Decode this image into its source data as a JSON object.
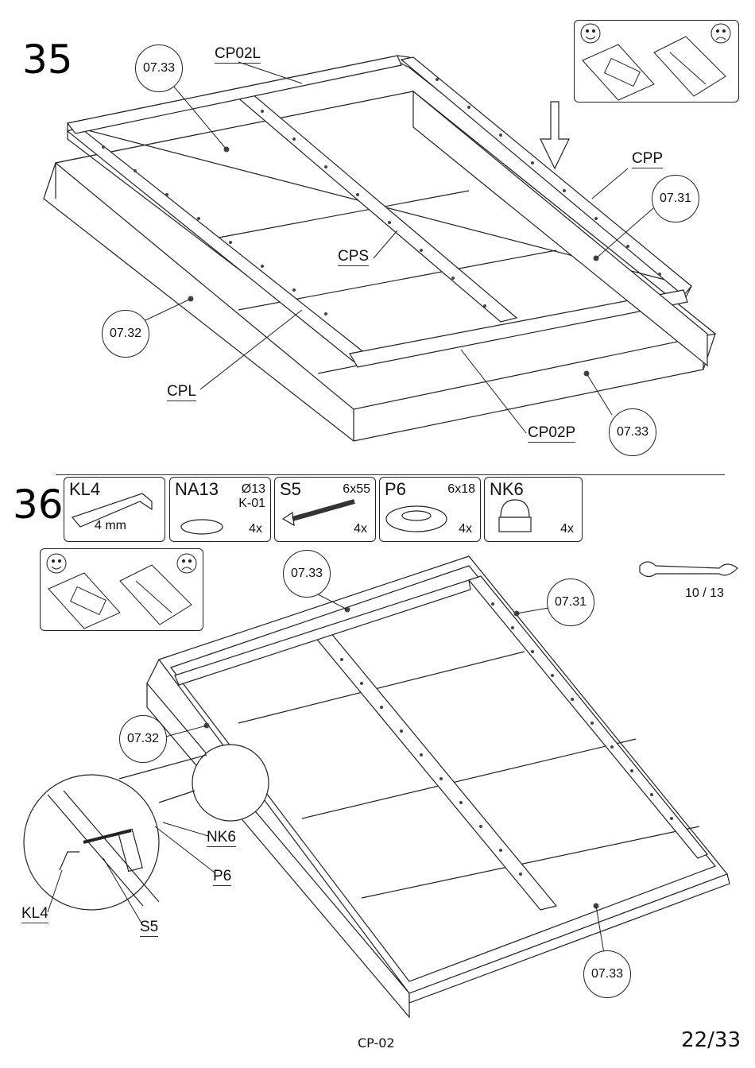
{
  "step35": {
    "number": "35",
    "labels": {
      "cp02l": "CP02L",
      "cpp": "CPP",
      "cps": "CPS",
      "cpl": "CPL",
      "cp02p": "CP02P"
    },
    "callouts": [
      "07.33",
      "07.31",
      "07.32",
      "07.33"
    ]
  },
  "step36": {
    "number": "36",
    "parts": [
      {
        "code": "KL4",
        "spec": "",
        "spec2": "",
        "size": "4 mm",
        "qty": ""
      },
      {
        "code": "NA13",
        "spec": "Ø13",
        "spec2": "K-01",
        "size": "",
        "qty": "4x"
      },
      {
        "code": "S5",
        "spec": "6x55",
        "spec2": "",
        "size": "",
        "qty": "4x"
      },
      {
        "code": "P6",
        "spec": "6x18",
        "spec2": "",
        "size": "",
        "qty": "4x"
      },
      {
        "code": "NK6",
        "spec": "",
        "spec2": "",
        "size": "",
        "qty": "4x"
      }
    ],
    "wrench_size": "10 / 13",
    "callouts": [
      "07.33",
      "07.31",
      "07.32",
      "07.33"
    ],
    "labels": {
      "nk6": "NK6",
      "p6": "P6",
      "kl4": "KL4",
      "s5": "S5"
    }
  },
  "footer": {
    "code": "CP-02",
    "page": "22/33"
  }
}
